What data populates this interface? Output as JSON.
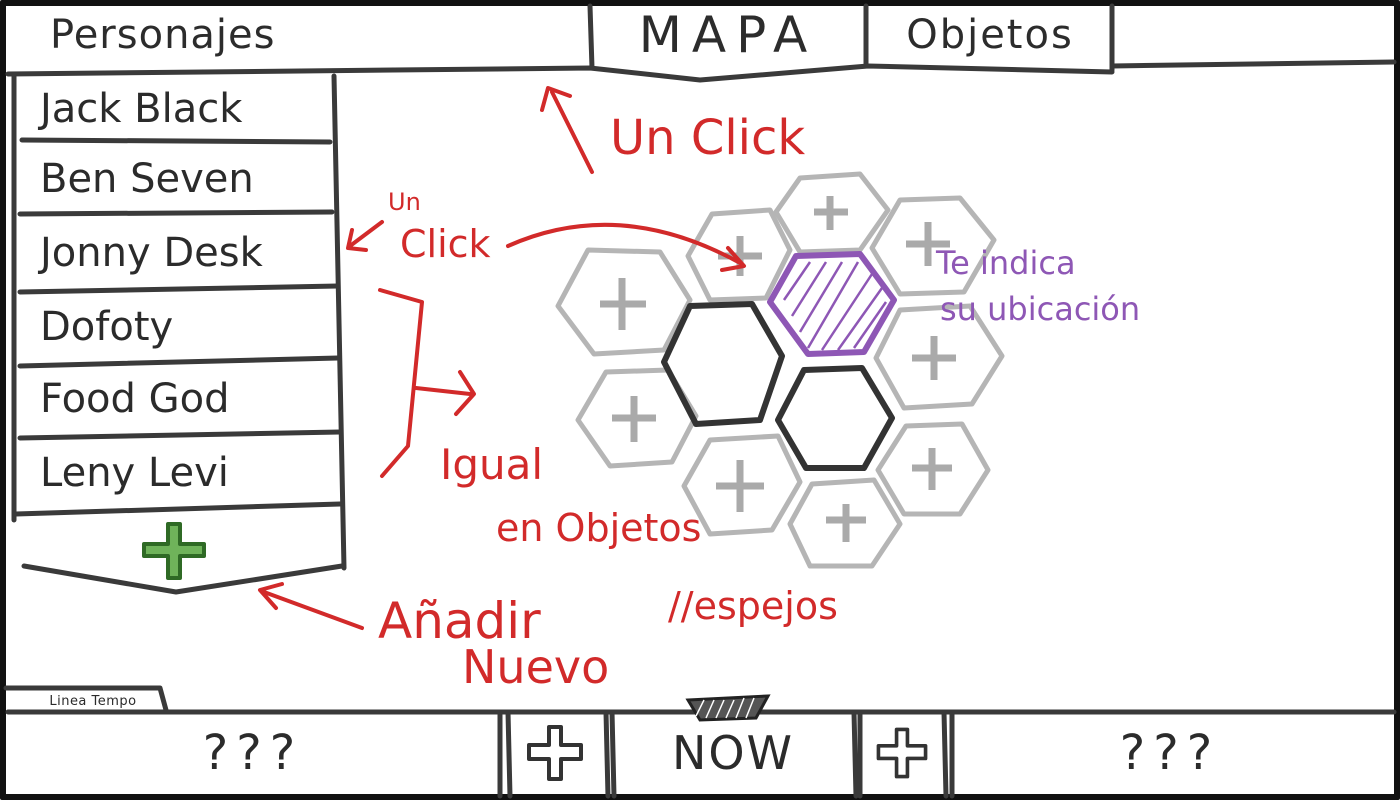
{
  "tabs": {
    "personajes": "Personajes",
    "mapa": "MAPA",
    "objetos": "Objetos"
  },
  "characters": [
    "Jack Black",
    "Ben Seven",
    "Jonny Desk",
    "Dofoty",
    "Food God",
    "Leny Levi"
  ],
  "annotations": {
    "un_click_top": "Un Click",
    "un_click_left_1": "Un",
    "un_click_left_2": "Click",
    "igual_1": "Igual",
    "igual_2": "en Objetos",
    "igual_3": "//espejos",
    "anadir_1": "Añadir",
    "anadir_2": "Nuevo",
    "location_1": "Te indica",
    "location_2": "su ubicación"
  },
  "timeline": {
    "label": "Linea Tempo",
    "prev": "???",
    "now": "NOW",
    "next": "???"
  },
  "colors": {
    "ink": "#2b2b2b",
    "annotation_red": "#d22a2a",
    "annotation_purple": "#8e57b5",
    "add_green": "#4a9a3a",
    "hex_gray": "#b5b5b5",
    "hex_selected": "#8e57b5"
  },
  "icons": {
    "add": "plus-icon",
    "now_marker": "hatched-marker"
  }
}
